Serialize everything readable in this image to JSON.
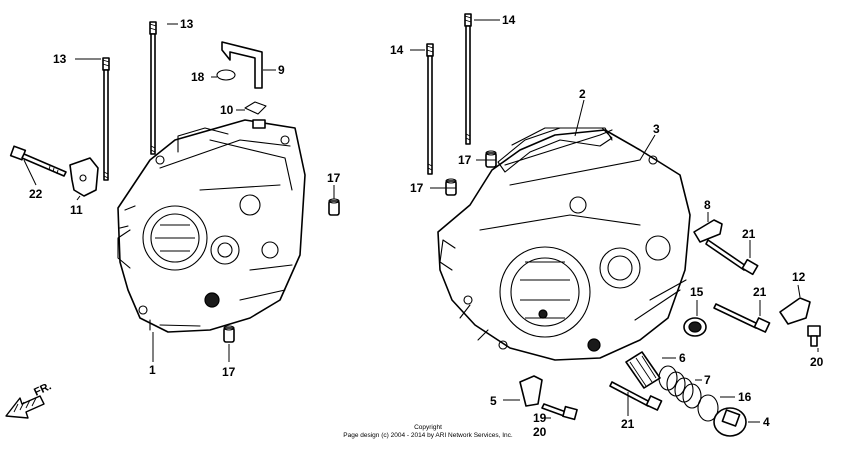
{
  "callouts": {
    "c1": "1",
    "c2": "2",
    "c3": "3",
    "c4": "4",
    "c5": "5",
    "c6": "6",
    "c7": "7",
    "c8": "8",
    "c9": "9",
    "c10": "10",
    "c11": "11",
    "c12": "12",
    "c13a": "13",
    "c13b": "13",
    "c14a": "14",
    "c14b": "14",
    "c15": "15",
    "c16": "16",
    "c17a": "17",
    "c17b": "17",
    "c17c": "17",
    "c17d": "17",
    "c18": "18",
    "c19": "19",
    "c20a": "20",
    "c20b": "20",
    "c21a": "21",
    "c21b": "21",
    "c21c": "21",
    "c22": "22"
  },
  "direction_label": "FR.",
  "copyright": {
    "line1": "Copyright",
    "line2": "Page design (c) 2004 - 2014 by ARI Network Services, Inc."
  }
}
